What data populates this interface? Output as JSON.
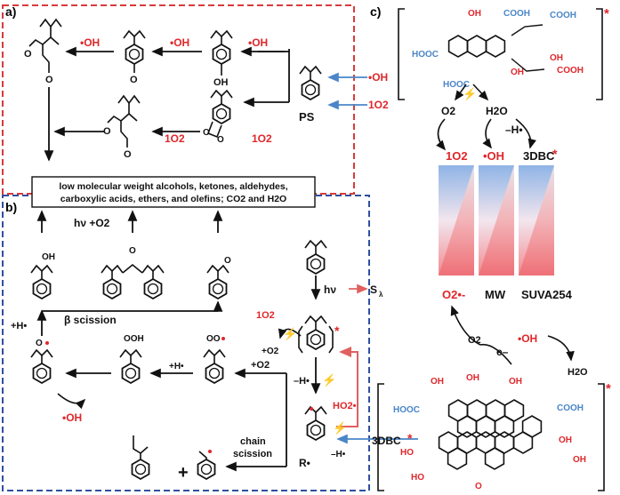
{
  "panels": {
    "a": "a)",
    "b": "b)",
    "c": "c)"
  },
  "species": {
    "oh": "•OH",
    "singlet_o": "1O2",
    "ps": "PS",
    "o2": "O2",
    "h2o": "H2O",
    "hv": "hν",
    "plus_o2": "+O2",
    "h_dot": "–H•",
    "plus_h": "+H•",
    "star": "*"
  },
  "box_text": {
    "line1": "low molecular weight alcohols, ketones, aldehydes,",
    "line2": "carboxylic acids, ethers, and olefins; CO2 and H2O"
  },
  "panel_b": {
    "hv_o2": "hν  +O2",
    "beta": "β scission",
    "chain": "chain",
    "scission": "scission",
    "s_lambda": "S",
    "s_sub": "λ",
    "ho2": "HO2•",
    "dbc": "3DBC",
    "r_dot": "R•",
    "plus_sign": "+"
  },
  "panel_c": {
    "top_groups": [
      "OH",
      "COOH",
      "COOH",
      "HOOC",
      "OH",
      "COOH",
      "HOOC",
      "OH"
    ],
    "minus_h": "–H•",
    "bars": [
      "1O2",
      "•OH",
      "3DBC"
    ],
    "bottom_labels": [
      "O2•-",
      "MW",
      "SUVA254"
    ],
    "e_minus": "e–",
    "bottom_groups": [
      "OH",
      "OH",
      "OH",
      "HOOC",
      "COOH",
      "OH",
      "OH",
      "HO",
      "HO",
      "O"
    ]
  },
  "colors": {
    "red": "#e0272b",
    "blue": "#4a86c8",
    "dash_red": "#d83a3a",
    "dash_blue": "#2f4fa0"
  }
}
